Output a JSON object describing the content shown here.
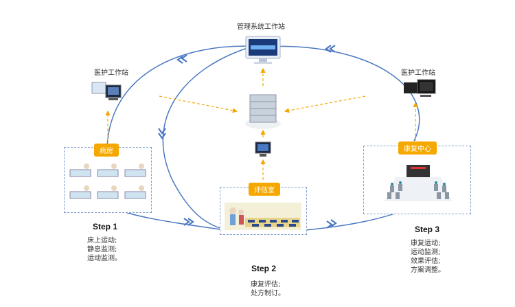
{
  "top_node": {
    "label": "管理系统工作站"
  },
  "left_node": {
    "label": "医护工作站"
  },
  "right_node": {
    "label": "医护工作站"
  },
  "stations": [
    {
      "tag": "病房",
      "step": "Step 1",
      "desc": [
        "床上运动;",
        "静息监测;",
        "运动监测。"
      ]
    },
    {
      "tag": "评估室",
      "step": "Step 2",
      "desc": [
        "康复评估;",
        "处方制订。"
      ]
    },
    {
      "tag": "康复中心",
      "step": "Step 3",
      "desc": [
        "康复运动;",
        "运动监测;",
        "效果评估;",
        "方案调整。"
      ]
    }
  ],
  "colors": {
    "loop": "#4a78c2",
    "arrow": "#4a78c2",
    "data_flow": "#f5a800",
    "panel_border": "#7f9fd0",
    "tag": "#f5a800"
  },
  "icons": [
    "monitor-icon",
    "workstation-icon",
    "server-icon",
    "computer-icon"
  ]
}
